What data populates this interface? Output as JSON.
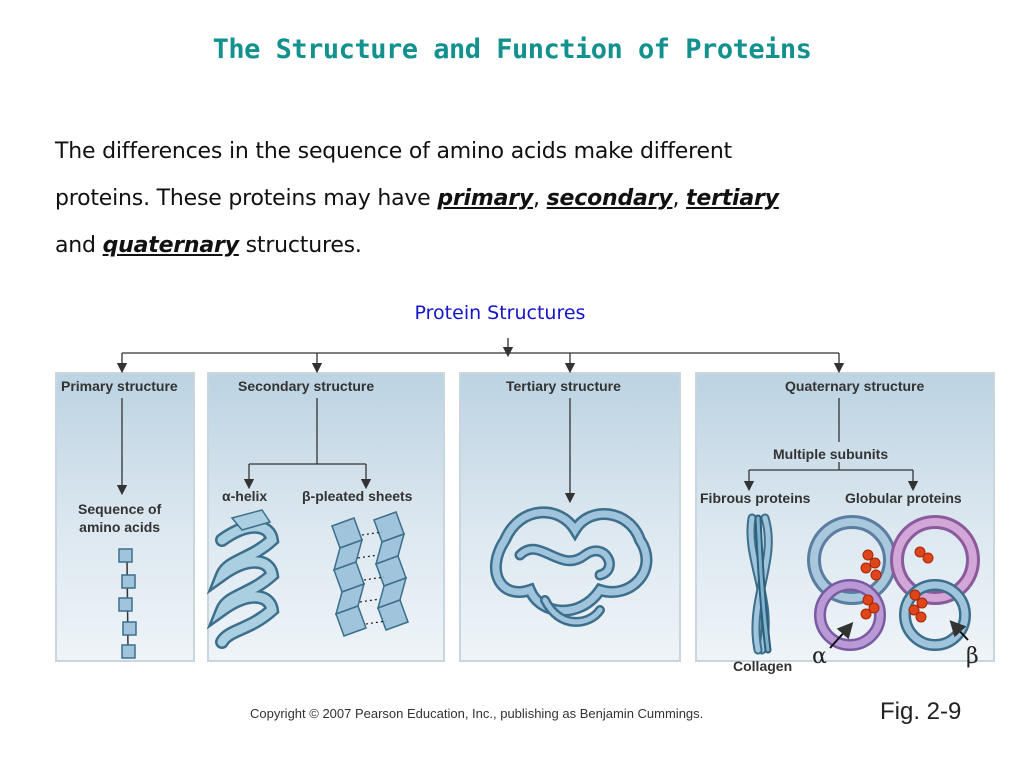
{
  "slide": {
    "title": "The Structure and Function of Proteins",
    "paragraph": {
      "line1": "The differences in the sequence of amino acids make different",
      "line2_prefix": "proteins. These proteins may have ",
      "term_primary": "primary",
      "sep1": ", ",
      "term_secondary": "secondary",
      "sep2": ", ",
      "term_tertiary": "tertiary",
      "line3_prefix": "and ",
      "term_quaternary": "quaternary",
      "line3_suffix": " structures."
    },
    "emphasis_color": "#111111",
    "title_color": "#12918f"
  },
  "diagram": {
    "caption": "Protein Structures",
    "caption_color": "#1414cc",
    "panels": {
      "primary": {
        "title": "Primary structure",
        "item": "Sequence of amino acids",
        "item_line1": "Sequence of",
        "item_line2": "amino acids"
      },
      "secondary": {
        "title": "Secondary structure",
        "alpha_label": "α-helix",
        "beta_label": "β-pleated sheets"
      },
      "tertiary": {
        "title": "Tertiary structure"
      },
      "quaternary": {
        "title": "Quaternary  structure",
        "subunits_label": "Multiple subunits",
        "fibrous_label": "Fibrous proteins",
        "globular_label": "Globular proteins",
        "collagen_label": "Collagen",
        "alpha_symbol": "α",
        "beta_symbol": "β"
      }
    },
    "colors": {
      "ribbon": "#7fb2cc",
      "ribbon_dark": "#3d6f8c",
      "heme": "#e0441a",
      "subunit_purple": "#9a6fb0"
    },
    "copyright": "Copyright © 2007 Pearson Education, Inc., publishing as Benjamin Cummings.",
    "figure_label": "Fig. 2-9"
  }
}
